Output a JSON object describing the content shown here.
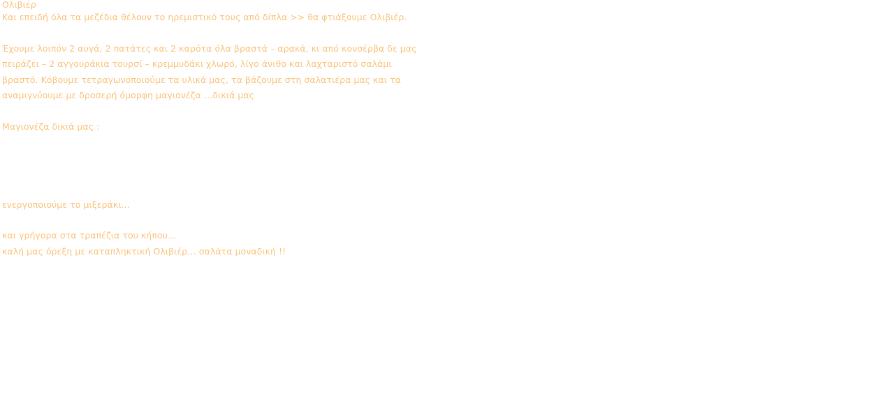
{
  "post": {
    "title": "Ολιβιέρ",
    "intro": "Και επειδή όλα τα μεζέδια θέλουν το ηρεμιστικό τους από δίπλα >> θα φτιάξουμε Ολιβιέρ.",
    "paragraph_lines": [
      "Έχουμε λοιπόν 2 αυγά, 2 πατάτες και 2 καρότα όλα βραστά – αρακά, κι από κονσέρβα δε μας",
      "πειράζει – 2 αγγουράκια τουρσί – κρεμμυδάκι χλωρό, λίγο άνιθο και λαχταριστό σαλάμι",
      "βραστό. Κόβουμε τετραγωνοποιούμε τα υλικά μας, τα βάζουμε στη σαλατιέρα μας και τα",
      "αναμιγνύουμε με δροσερή όμορφη μαγιονέζα …δικιά μας"
    ],
    "mayo_heading": "Μαγιονέζα δικιά μας :",
    "mixer_line": "ενεργοποιούμε το μιξεράκι…",
    "garden_line": "και γρήγορα στα τραπέζια του κήπου…",
    "closing_line": "καλή μας όρεξη με καταπληκτική Ολιβιέρ… σαλάτα μοναδική !!"
  }
}
